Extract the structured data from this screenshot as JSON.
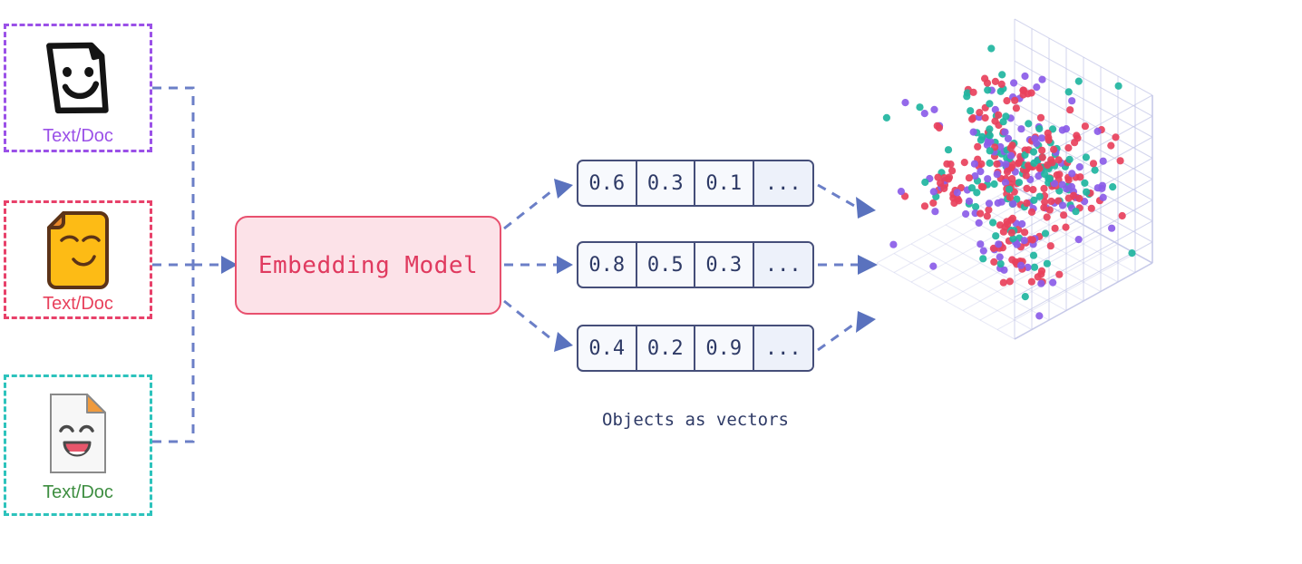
{
  "diagram": {
    "title": "Objects as vectors embedding pipeline",
    "sources": [
      {
        "label": "Text/Doc",
        "color": "#9B51E8",
        "icon": "smiling-document-sketch-icon",
        "variant": "sketch"
      },
      {
        "label": "Text/Doc",
        "color": "#E8415C",
        "icon": "smirking-document-yellow-icon",
        "variant": "yellow"
      },
      {
        "label": "Text/Doc",
        "color": "#3E8E41",
        "icon": "laughing-document-white-icon",
        "variant": "white"
      }
    ],
    "model": {
      "label": "Embedding Model",
      "fill": "#FCE2E8",
      "border": "#E8506E",
      "text_color": "#E03A5F"
    },
    "vectors": [
      {
        "cells": [
          "0.6",
          "0.3",
          "0.1",
          "..."
        ]
      },
      {
        "cells": [
          "0.8",
          "0.5",
          "0.3",
          "..."
        ]
      },
      {
        "cells": [
          "0.4",
          "0.2",
          "0.9",
          "..."
        ]
      }
    ],
    "vectors_caption": "Objects as vectors",
    "arrow_color": "#6B7FC7",
    "arrowhead_color": "#5A72BE"
  },
  "chart_data": {
    "type": "scatter",
    "title": "",
    "xlabel": "",
    "ylabel": "",
    "zlabel": "",
    "projection": "3d",
    "grid": true,
    "legend": false,
    "grid_color": "#C5C8E8",
    "series": [
      {
        "name": "cluster-red",
        "color": "#E8415C",
        "count": 196
      },
      {
        "name": "cluster-purple",
        "color": "#8B5CE8",
        "count": 112
      },
      {
        "name": "cluster-teal",
        "color": "#1FB5A0",
        "count": 104
      }
    ],
    "note": "Dense multi-coloured point cloud inside an isometric grid cube representing vector space"
  }
}
